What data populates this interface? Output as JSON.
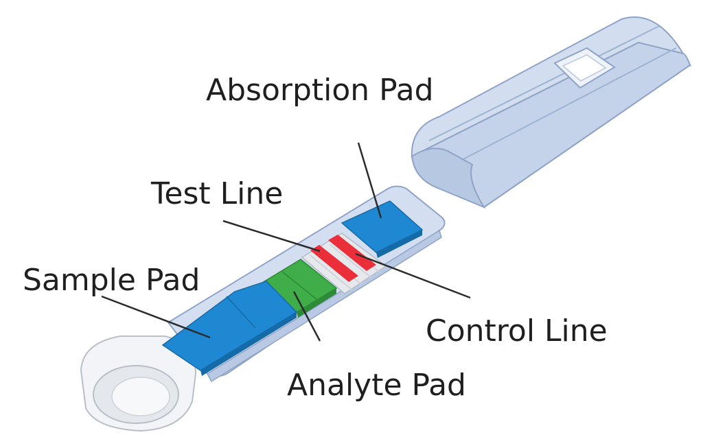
{
  "labels": {
    "absorption_pad": "Absorption Pad",
    "test_line": "Test Line",
    "sample_pad": "Sample Pad",
    "control_line": "Control Line",
    "analyte_pad": "Analyte Pad"
  },
  "colors": {
    "pad_blue": "#1e88d2",
    "analyte_green": "#3fae49",
    "line_red": "#ea2f3a",
    "housing": "#c9d7ec",
    "strip_backing": "#d3def0",
    "text": "#1f1f1f"
  }
}
